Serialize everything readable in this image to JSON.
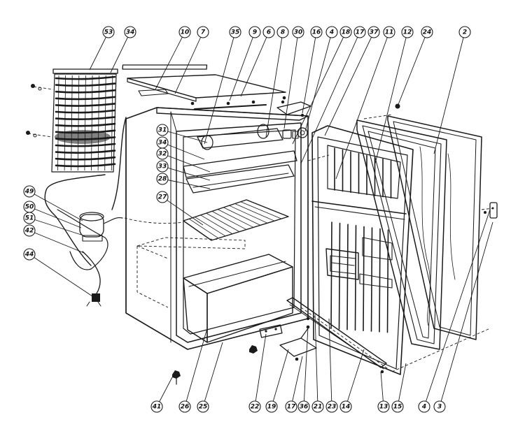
{
  "diagram": {
    "callouts": [
      {
        "id": "c53",
        "label": "53"
      },
      {
        "id": "c34",
        "label": "34"
      },
      {
        "id": "c10",
        "label": "10"
      },
      {
        "id": "c7",
        "label": "7"
      },
      {
        "id": "c35",
        "label": "35"
      },
      {
        "id": "c9",
        "label": "9"
      },
      {
        "id": "c6",
        "label": "6"
      },
      {
        "id": "c8",
        "label": "8"
      },
      {
        "id": "c30",
        "label": "30"
      },
      {
        "id": "c16",
        "label": "16"
      },
      {
        "id": "c4b",
        "label": "4"
      },
      {
        "id": "c18",
        "label": "18"
      },
      {
        "id": "c17",
        "label": "17"
      },
      {
        "id": "c37",
        "label": "37"
      },
      {
        "id": "c11",
        "label": "11"
      },
      {
        "id": "c12",
        "label": "12"
      },
      {
        "id": "c24",
        "label": "24"
      },
      {
        "id": "c2",
        "label": "2"
      },
      {
        "id": "c31",
        "label": "31"
      },
      {
        "id": "c34b",
        "label": "34"
      },
      {
        "id": "c32",
        "label": "32"
      },
      {
        "id": "c33",
        "label": "33"
      },
      {
        "id": "c28",
        "label": "28"
      },
      {
        "id": "c27",
        "label": "27"
      },
      {
        "id": "c49",
        "label": "49"
      },
      {
        "id": "c50",
        "label": "50"
      },
      {
        "id": "c51",
        "label": "51"
      },
      {
        "id": "c42",
        "label": "42"
      },
      {
        "id": "c44",
        "label": "44"
      },
      {
        "id": "c41",
        "label": "41"
      },
      {
        "id": "c26",
        "label": "26"
      },
      {
        "id": "c25",
        "label": "25"
      },
      {
        "id": "c22",
        "label": "22"
      },
      {
        "id": "c19",
        "label": "19"
      },
      {
        "id": "c17b",
        "label": "17"
      },
      {
        "id": "c36",
        "label": "36"
      },
      {
        "id": "c21",
        "label": "21"
      },
      {
        "id": "c23",
        "label": "23"
      },
      {
        "id": "c14",
        "label": "14"
      },
      {
        "id": "c13",
        "label": "13"
      },
      {
        "id": "c15",
        "label": "15"
      },
      {
        "id": "c4",
        "label": "4"
      },
      {
        "id": "c3",
        "label": "3"
      }
    ]
  }
}
